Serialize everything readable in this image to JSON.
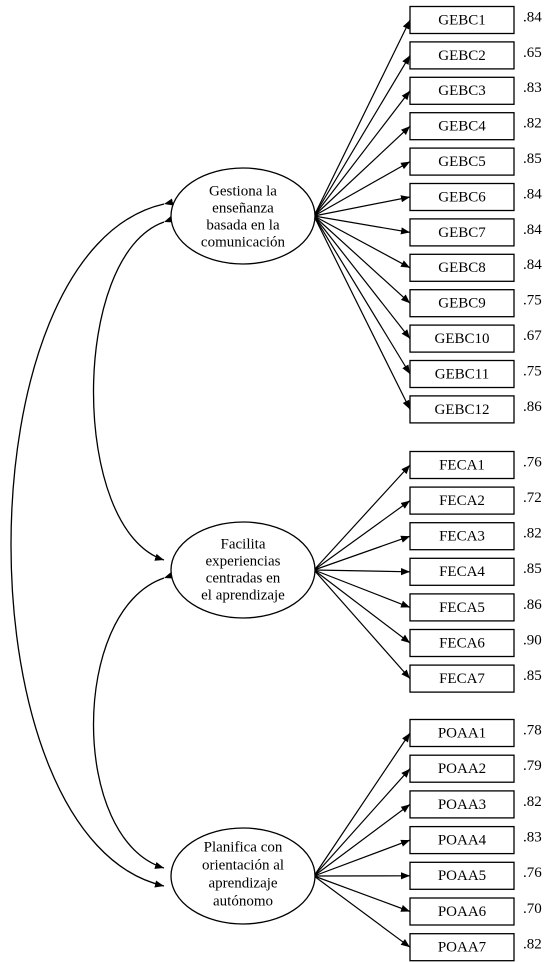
{
  "factors": [
    {
      "id": "gebc",
      "lines": [
        "Gestiona la",
        "enseñanza",
        "basada en la",
        "comunicación"
      ],
      "indicators": [
        {
          "label": "GEBC1",
          "loading": ".84"
        },
        {
          "label": "GEBC2",
          "loading": ".65"
        },
        {
          "label": "GEBC3",
          "loading": ".83"
        },
        {
          "label": "GEBC4",
          "loading": ".82"
        },
        {
          "label": "GEBC5",
          "loading": ".85"
        },
        {
          "label": "GEBC6",
          "loading": ".84"
        },
        {
          "label": "GEBC7",
          "loading": ".84"
        },
        {
          "label": "GEBC8",
          "loading": ".84"
        },
        {
          "label": "GEBC9",
          "loading": ".75"
        },
        {
          "label": "GEBC10",
          "loading": ".67"
        },
        {
          "label": "GEBC11",
          "loading": ".75"
        },
        {
          "label": "GEBC12",
          "loading": ".86"
        }
      ]
    },
    {
      "id": "feca",
      "lines": [
        "Facilita",
        "experiencias",
        "centradas en",
        "el aprendizaje"
      ],
      "indicators": [
        {
          "label": "FECA1",
          "loading": ".76"
        },
        {
          "label": "FECA2",
          "loading": ".72"
        },
        {
          "label": "FECA3",
          "loading": ".82"
        },
        {
          "label": "FECA4",
          "loading": ".85"
        },
        {
          "label": "FECA5",
          "loading": ".86"
        },
        {
          "label": "FECA6",
          "loading": ".90"
        },
        {
          "label": "FECA7",
          "loading": ".85"
        }
      ]
    },
    {
      "id": "poaa",
      "lines": [
        "Planifica con",
        "orientación al",
        "aprendizaje",
        "autónomo"
      ],
      "indicators": [
        {
          "label": "POAA1",
          "loading": ".78"
        },
        {
          "label": "POAA2",
          "loading": ".79"
        },
        {
          "label": "POAA3",
          "loading": ".82"
        },
        {
          "label": "POAA4",
          "loading": ".83"
        },
        {
          "label": "POAA5",
          "loading": ".76"
        },
        {
          "label": "POAA6",
          "loading": ".70"
        },
        {
          "label": "POAA7",
          "loading": ".82"
        }
      ]
    }
  ]
}
